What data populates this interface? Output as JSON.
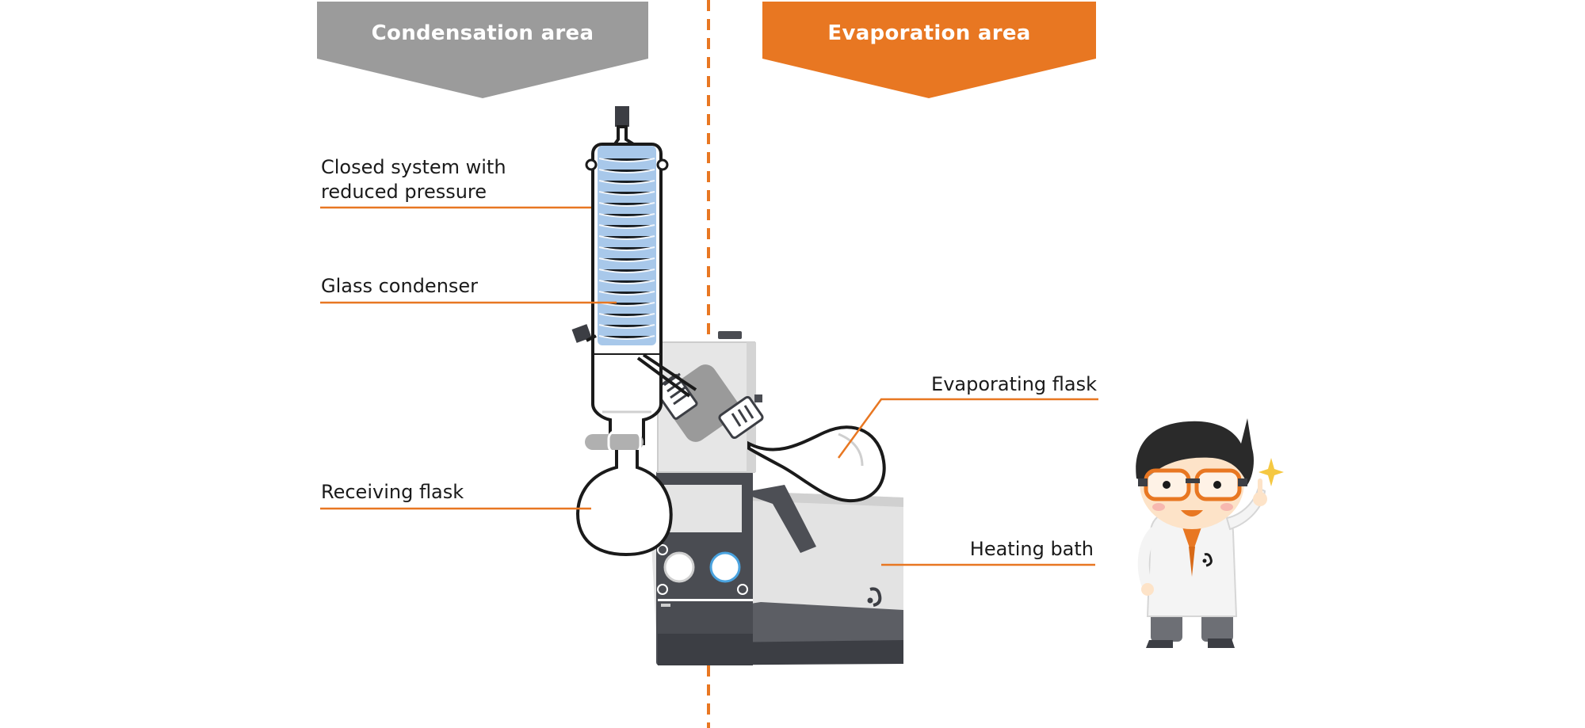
{
  "banners": {
    "condensation": "Condensation area",
    "evaporation": "Evaporation area"
  },
  "labels": {
    "closed_system_line1": "Closed system with",
    "closed_system_line2": "reduced pressure",
    "glass_condenser": "Glass condenser",
    "receiving_flask": "Receiving flask",
    "evaporating_flask": "Evaporating flask",
    "heating_bath": "Heating bath"
  },
  "colors": {
    "condensation_banner": "#9b9b9b",
    "evaporation_banner": "#e87722",
    "divider": "#e87722",
    "leader_lines": "#e87722",
    "coolant": "#a8c8ea",
    "device_dark": "#4a4c52",
    "device_light": "#e2e2e2"
  },
  "icons": {
    "character": "scientist-character-icon",
    "sparkle": "sparkle-icon",
    "logo": "brand-logo-icon"
  }
}
